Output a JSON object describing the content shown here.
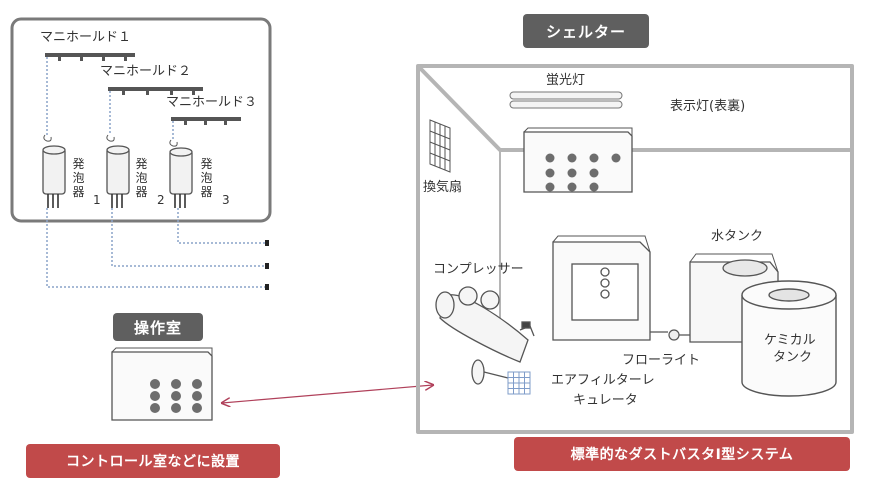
{
  "manifolds": [
    {
      "label": "マニホールド１"
    },
    {
      "label": "マニホールド２"
    },
    {
      "label": "マニホールド３"
    }
  ],
  "foamers": [
    {
      "label": "発泡器",
      "number": "1"
    },
    {
      "label": "発泡器",
      "number": "2"
    },
    {
      "label": "発泡器",
      "number": "3"
    }
  ],
  "control_room": {
    "label": "操作室"
  },
  "control_room_note": "コントロール室などに設置",
  "shelter": {
    "title": "シェルター"
  },
  "equipment": {
    "fluorescent_light": "蛍光灯",
    "indicator_light": "表示灯(表裏)",
    "ventilation_fan": "換気扇",
    "compressor": "コンプレッサー",
    "water_tank": "水タンク",
    "chemical_tank_line1": "ケミカル",
    "chemical_tank_line2": "タンク",
    "flow_light": "フローライト",
    "air_filter_line1": "エアフィルターレ",
    "air_filter_line2": "キュレータ"
  },
  "system_title": "標準的なダストバスタⅠ型システム",
  "colors": {
    "badge_gray": "#5f5f5f",
    "badge_red": "#c14a4a",
    "panel_border": "#7a7a7a",
    "dotted_line": "#8aa3c9",
    "link_arrow": "#b0405a"
  }
}
